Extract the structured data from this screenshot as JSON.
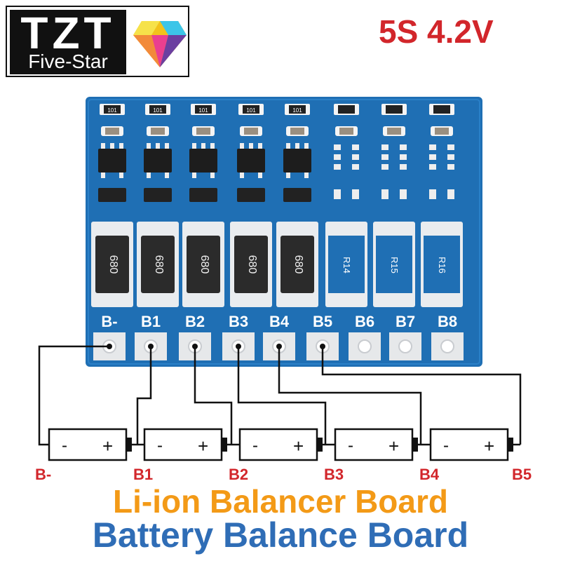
{
  "brand": {
    "logo_text": "TZT",
    "logo_subtext": "Five-Star"
  },
  "spec": "5S 4.2V",
  "board": {
    "resistor_code": "101",
    "shunt_code": "680",
    "pad_labels": [
      "B-",
      "B1",
      "B2",
      "B3",
      "B4",
      "B5",
      "B6",
      "B7",
      "B8"
    ],
    "empty_resistor_labels": [
      "R14",
      "R15",
      "R16"
    ]
  },
  "cells": {
    "terminal_minus": "-",
    "terminal_plus": "+",
    "node_labels": [
      "B-",
      "B1",
      "B2",
      "B3",
      "B4",
      "B5"
    ]
  },
  "captions": {
    "line1": "Li-ion Balancer Board",
    "line2": "Battery Balance Board"
  },
  "colors": {
    "pcb": "#1f6fb4",
    "spec_red": "#d2262b",
    "node_red": "#d2262b",
    "caption_orange": "#f39a17",
    "caption_blue": "#2f6db6"
  }
}
